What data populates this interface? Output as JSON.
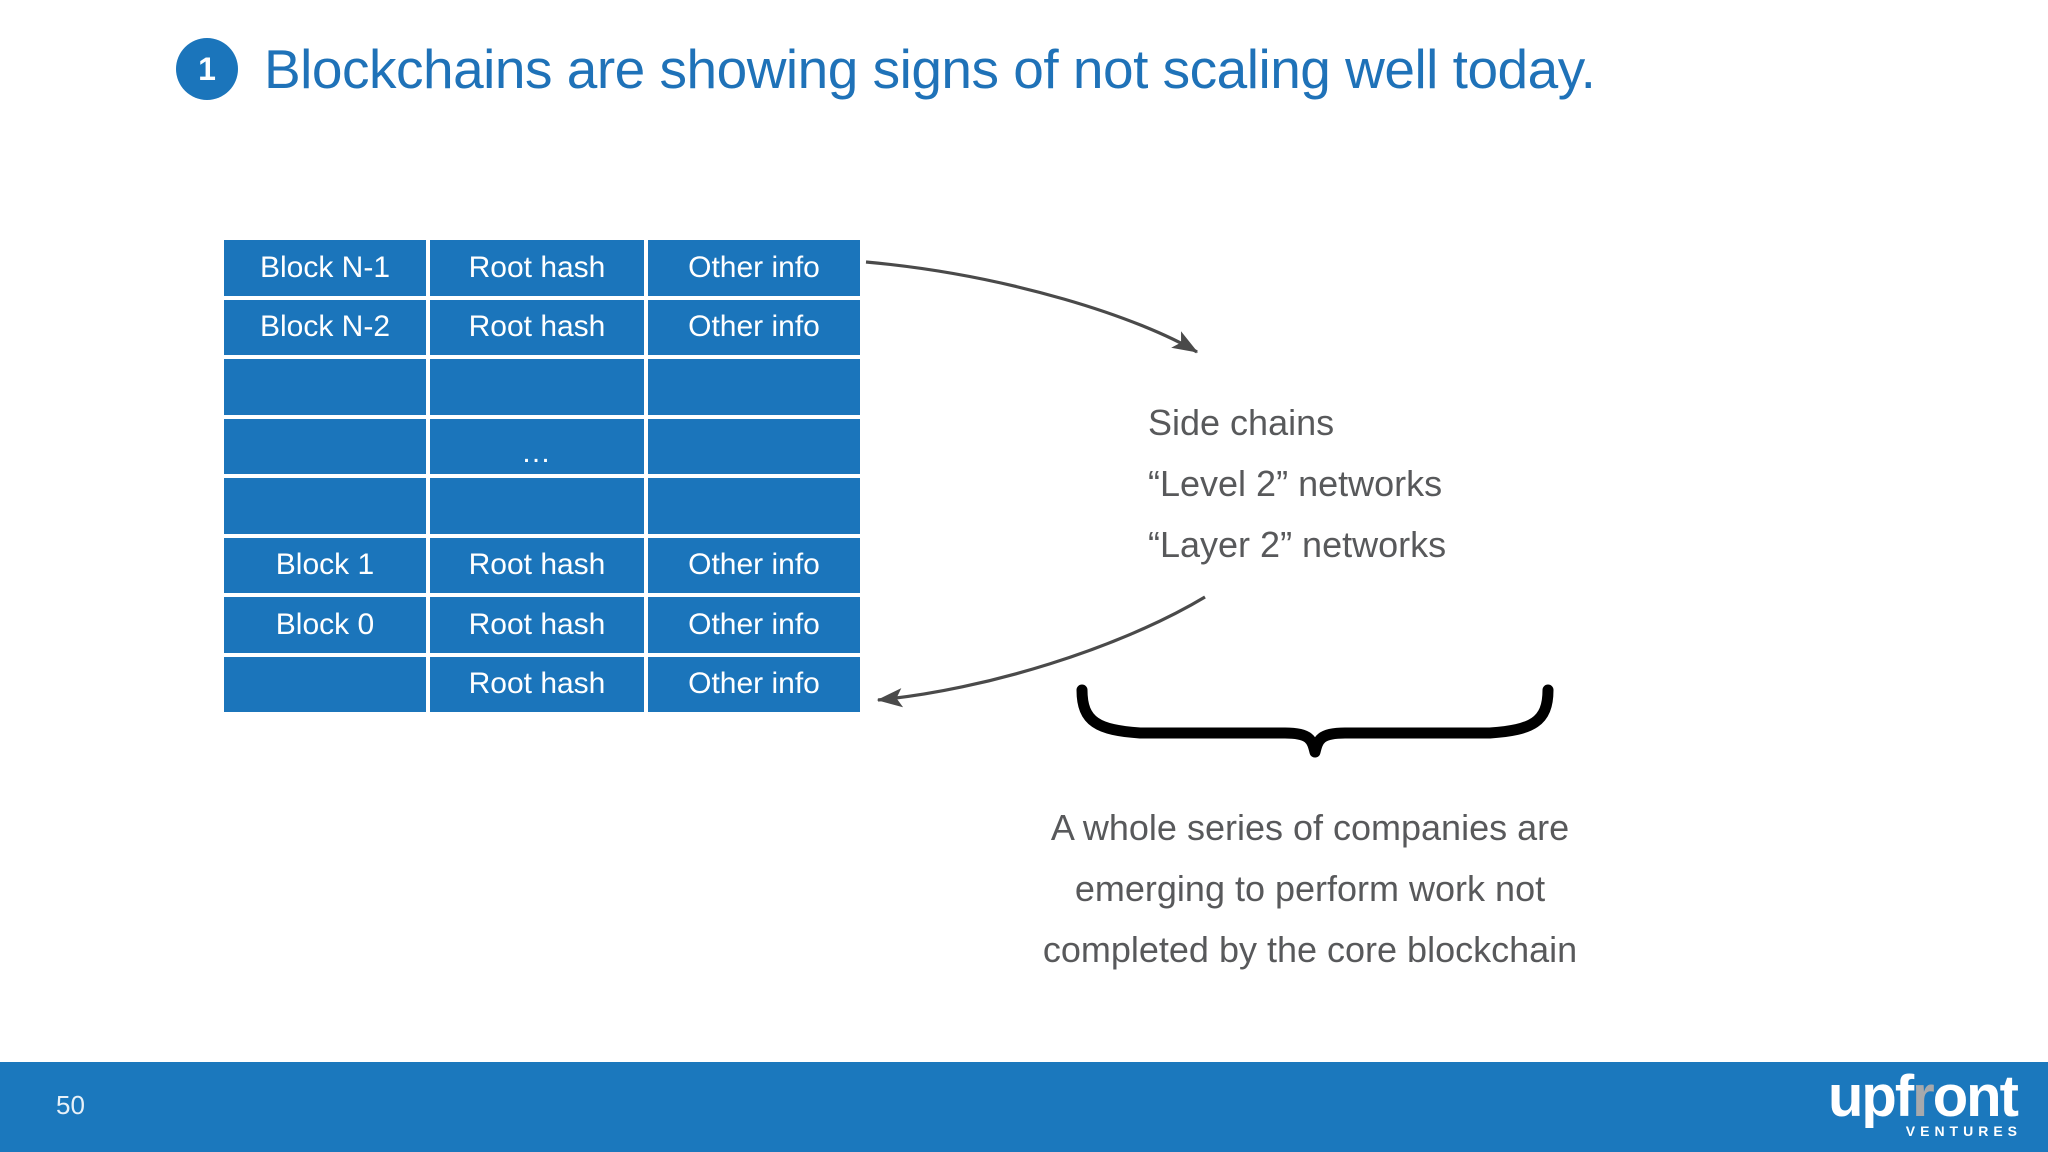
{
  "slide": {
    "number_badge": "1",
    "title": "Blockchains are showing signs of not scaling well today.",
    "title_color": "#1f72b8",
    "accent_color": "#1b75bb",
    "body_text_color": "#58595b",
    "background_color": "#ffffff"
  },
  "chain_table": {
    "columns": [
      "block",
      "root-hash",
      "other-info"
    ],
    "rows": [
      {
        "block": "Block N-1",
        "root_hash": "Root hash",
        "other_info": "Other info"
      },
      {
        "block": "Block N-2",
        "root_hash": "Root hash",
        "other_info": "Other info"
      },
      {
        "block": "",
        "root_hash": "",
        "other_info": ""
      },
      {
        "block": "",
        "root_hash": "…",
        "other_info": ""
      },
      {
        "block": "",
        "root_hash": "",
        "other_info": ""
      },
      {
        "block": "Block 1",
        "root_hash": "Root hash",
        "other_info": "Other info"
      },
      {
        "block": "Block 0",
        "root_hash": "Root hash",
        "other_info": "Other info"
      },
      {
        "block": "",
        "root_hash": "Root hash",
        "other_info": "Other info"
      }
    ],
    "cell_fill": "#1b75bb",
    "cell_text_color": "#ffffff"
  },
  "annotations": {
    "side_chains": {
      "line1": "Side chains",
      "line2": "“Level 2” networks",
      "line3": "“Layer 2” networks"
    },
    "companies": {
      "line1": "A whole series of companies are",
      "line2": "emerging to perform work not",
      "line3": "completed by the core blockchain"
    }
  },
  "footer": {
    "page_number": "50",
    "bar_color": "#1b78bd",
    "logo": {
      "word_part1": "upf",
      "word_accent": "r",
      "word_part2": "ont",
      "subtitle": "VENTURES"
    }
  }
}
